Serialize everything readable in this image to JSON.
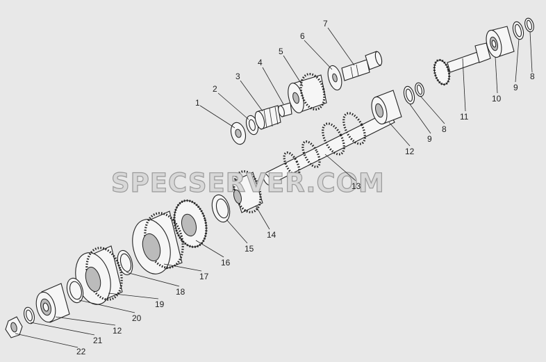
{
  "watermark": "SPECSERVER.COM",
  "callouts": [
    {
      "id": "c1",
      "label": "1"
    },
    {
      "id": "c2",
      "label": "2"
    },
    {
      "id": "c3",
      "label": "3"
    },
    {
      "id": "c4",
      "label": "4"
    },
    {
      "id": "c5",
      "label": "5"
    },
    {
      "id": "c6",
      "label": "6"
    },
    {
      "id": "c7",
      "label": "7"
    },
    {
      "id": "c8a",
      "label": "8"
    },
    {
      "id": "c9a",
      "label": "9"
    },
    {
      "id": "c10",
      "label": "10"
    },
    {
      "id": "c11",
      "label": "11"
    },
    {
      "id": "c8b",
      "label": "8"
    },
    {
      "id": "c9b",
      "label": "9"
    },
    {
      "id": "c12a",
      "label": "12"
    },
    {
      "id": "c13",
      "label": "13"
    },
    {
      "id": "c14",
      "label": "14"
    },
    {
      "id": "c15",
      "label": "15"
    },
    {
      "id": "c16",
      "label": "16"
    },
    {
      "id": "c17",
      "label": "17"
    },
    {
      "id": "c18",
      "label": "18"
    },
    {
      "id": "c19",
      "label": "19"
    },
    {
      "id": "c20",
      "label": "20"
    },
    {
      "id": "c12b",
      "label": "12"
    },
    {
      "id": "c21",
      "label": "21"
    },
    {
      "id": "c22",
      "label": "22"
    }
  ]
}
